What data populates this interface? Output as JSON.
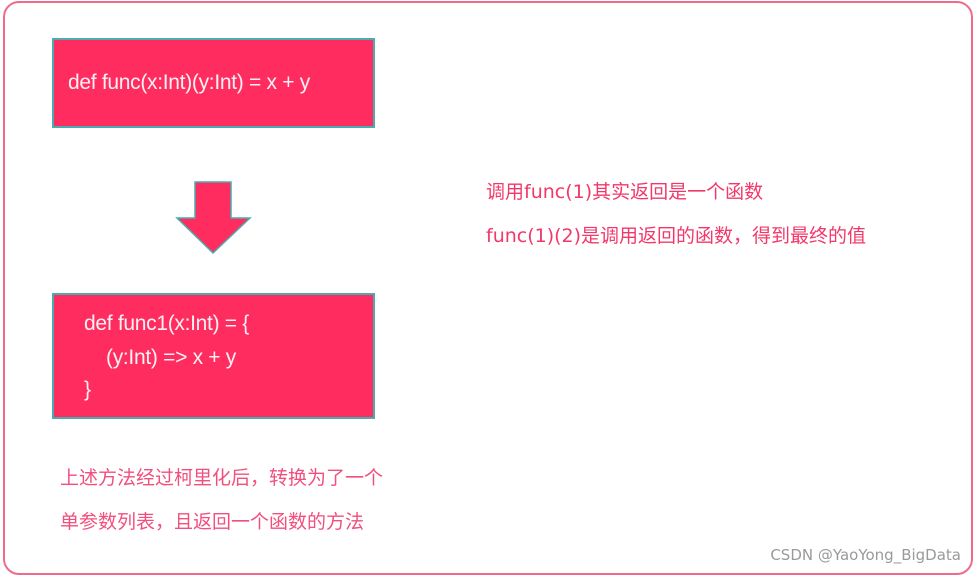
{
  "diagram": {
    "top_box": {
      "code": "def func(x:Int)(y:Int) = x + y"
    },
    "arrow": {
      "direction": "down",
      "fill": "#FF2D5F",
      "stroke": "#4BACB0"
    },
    "bottom_box": {
      "lines": [
        "def func1(x:Int) = {",
        "(y:Int) => x + y",
        "}"
      ]
    },
    "notes_right": [
      "调用func(1)其实返回是一个函数",
      "func(1)(2)是调用返回的函数，得到最终的值"
    ],
    "notes_bottom": [
      "上述方法经过柯里化后，转换为了一个",
      "单参数列表，且返回一个函数的方法"
    ]
  },
  "watermark": "CSDN @YaoYong_BigData",
  "colors": {
    "box_fill": "#FF2D5F",
    "box_border": "#4BACB0",
    "frame_border": "#F06A8E",
    "note_text": "#F2386A",
    "code_text": "#FDEFF3"
  }
}
